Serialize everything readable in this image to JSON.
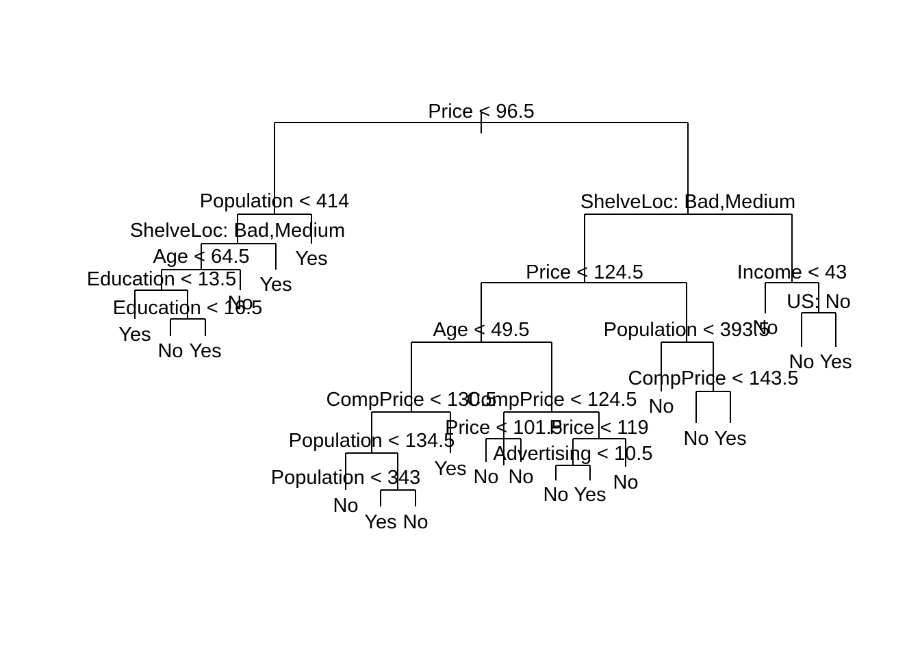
{
  "tree": {
    "root": {
      "split": "Price < 96.5",
      "left": {
        "split": "Population < 414",
        "left": {
          "split": "ShelveLoc: Bad,Medium",
          "left": {
            "split": "Age < 64.5",
            "left": {
              "split": "Education < 13.5",
              "left": {
                "leaf": "Yes"
              },
              "right": {
                "split": "Education < 16.5",
                "left": {
                  "leaf": "No"
                },
                "right": {
                  "leaf": "Yes"
                }
              }
            },
            "right": {
              "leaf": "No"
            }
          },
          "right": {
            "leaf": "Yes"
          }
        },
        "right": {
          "leaf": "Yes"
        }
      },
      "right": {
        "split": "ShelveLoc: Bad,Medium",
        "left": {
          "split": "Price < 124.5",
          "left": {
            "split": "Age < 49.5",
            "left": {
              "split": "CompPrice < 130.5",
              "left": {
                "split": "Population < 134.5",
                "left": {
                  "split": "Population < 343",
                  "left": {
                    "leaf": "No"
                  },
                  "right": {
                    "split": "",
                    "left": {
                      "leaf": "Yes"
                    },
                    "right": {
                      "leaf": "No"
                    }
                  }
                },
                "right": {
                  "leaf": "Yes"
                }
              },
              "right": {
                "leaf": "Yes"
              }
            },
            "right": {
              "split": "CompPrice < 124.5",
              "left": {
                "split": "Price < 101.5",
                "left": {
                  "split": "",
                  "left": {
                    "leaf": "No"
                  },
                  "right": {
                    "leaf": "No"
                  }
                },
                "right": {
                  "leaf": "No"
                }
              },
              "right": {
                "split": "Price < 119",
                "left": {
                  "split": "Advertising < 10.5",
                  "left": {
                    "leaf": "No"
                  },
                  "right": {
                    "leaf": "Yes"
                  }
                },
                "right": {
                  "leaf": "No"
                }
              }
            }
          },
          "right": {
            "split": "Population < 393.5",
            "left": {
              "leaf": "No"
            },
            "right": {
              "split": "CompPrice < 143.5",
              "left": {
                "leaf": "No"
              },
              "right": {
                "leaf": "Yes"
              }
            }
          }
        },
        "right": {
          "split": "Income < 43",
          "left": {
            "leaf": "No"
          },
          "right": {
            "split": "US: No",
            "left": {
              "leaf": "No"
            },
            "right": {
              "leaf": "Yes"
            }
          }
        }
      }
    }
  }
}
